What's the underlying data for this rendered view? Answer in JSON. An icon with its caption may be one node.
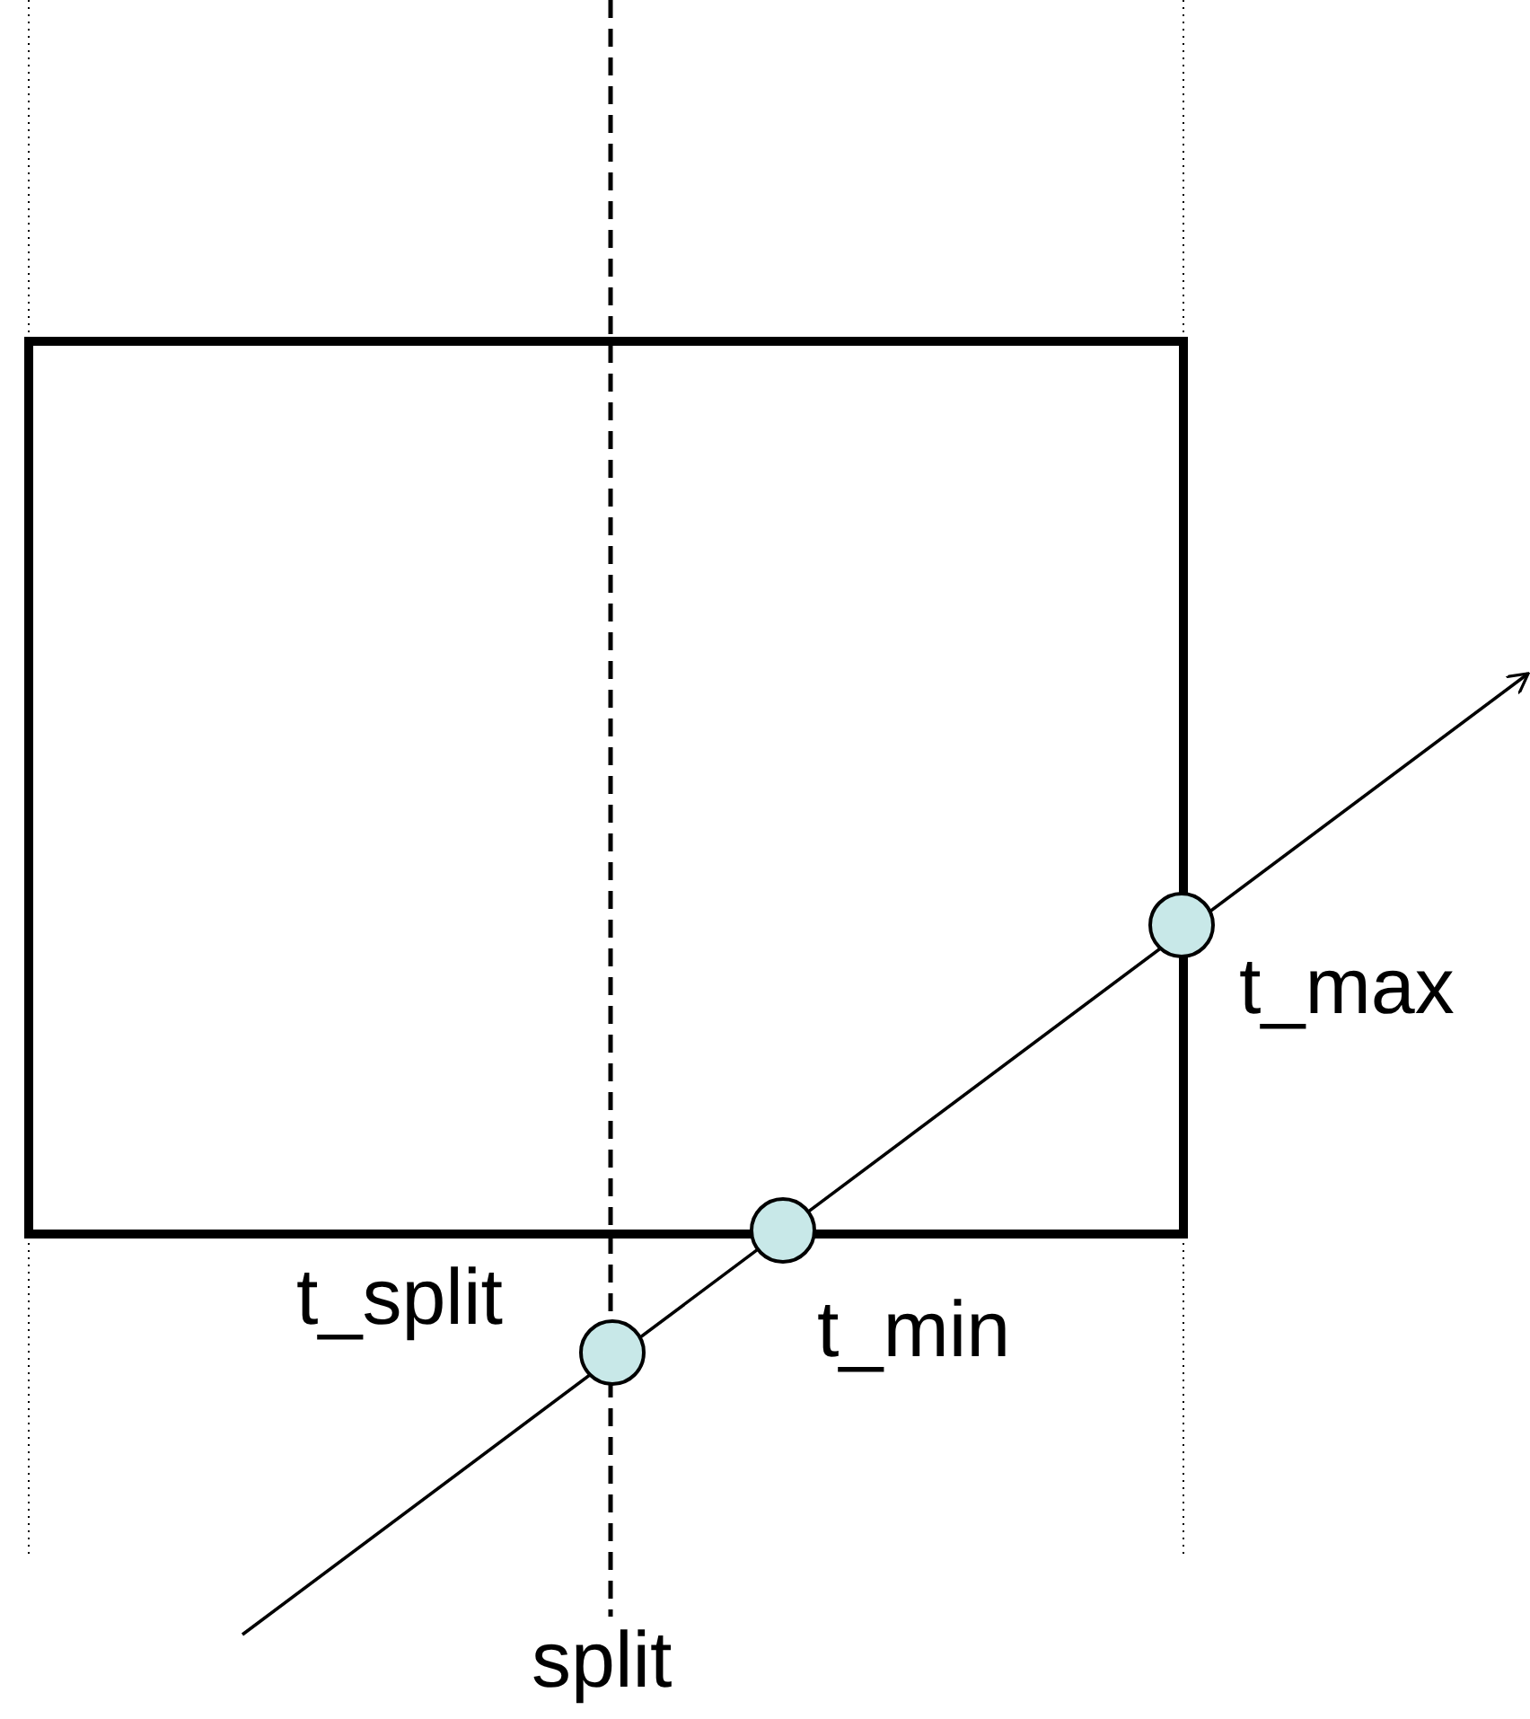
{
  "diagram": {
    "nodes": [
      {
        "text": [],
        "shape": "circle",
        "beside": [
          "t_max"
        ]
      },
      {
        "text": [],
        "shape": "circle",
        "beside": [
          "t_min"
        ]
      },
      {
        "text": [],
        "shape": "circle",
        "beside": [
          "t_split"
        ]
      }
    ],
    "labels": [
      "split"
    ]
  }
}
